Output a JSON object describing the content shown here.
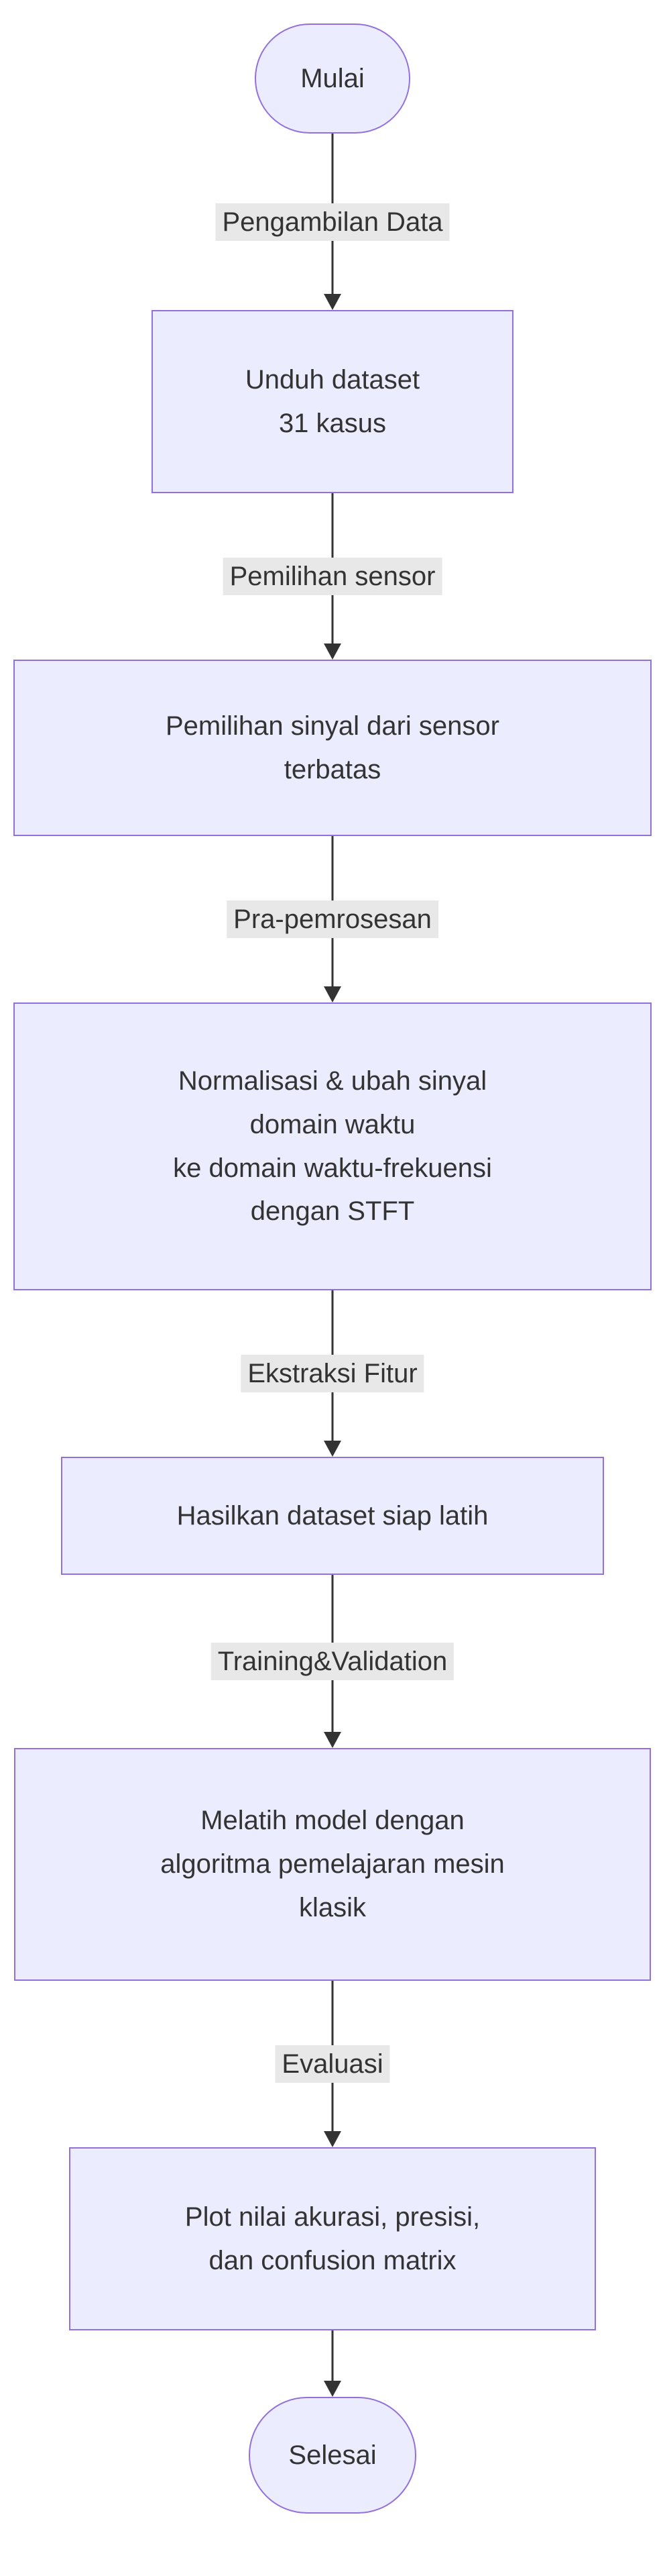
{
  "diagram": {
    "type": "flowchart",
    "direction": "top-down",
    "start_label": "Mulai",
    "end_label": "Selesai",
    "edges": [
      {
        "label": "Pengambilan Data"
      },
      {
        "label": "Pemilihan sensor"
      },
      {
        "label": "Pra-pemrosesan"
      },
      {
        "label": "Ekstraksi Fitur"
      },
      {
        "label": "Training&Validation"
      },
      {
        "label": "Evaluasi"
      },
      {
        "label": ""
      }
    ],
    "nodes": [
      {
        "label": "Unduh dataset\n31 kasus"
      },
      {
        "label": "Pemilihan sinyal dari sensor\nterbatas"
      },
      {
        "label": "Normalisasi & ubah sinyal\ndomain waktu\nke domain waktu-frekuensi\ndengan STFT"
      },
      {
        "label": "Hasilkan dataset siap latih"
      },
      {
        "label": "Melatih model dengan\nalgoritma pemelajaran mesin\nklasik"
      },
      {
        "label": "Plot nilai akurasi, presisi,\ndan confusion matrix"
      }
    ],
    "colors": {
      "node_fill": "#ECECFF",
      "node_border": "#9370DB",
      "edge_label_bg": "#E8E8E8",
      "line": "#333333",
      "text": "#333333",
      "background": "#FFFFFF"
    }
  }
}
